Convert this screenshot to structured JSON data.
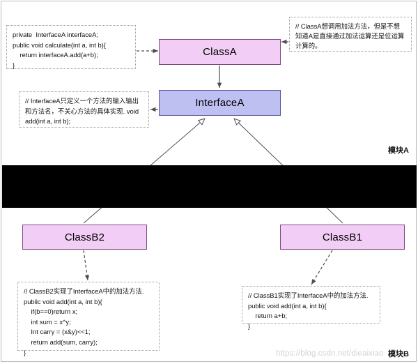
{
  "diagram": {
    "title": "UML interface dependency diagram",
    "modules": {
      "a_label": "模块A",
      "b_label": "模块B"
    },
    "nodes": {
      "classA": "ClassA",
      "interfaceA": "InterfaceA",
      "classB1": "ClassB1",
      "classB2": "ClassB2"
    },
    "notes": {
      "classA_code": "private  InterfaceA interfaceA;\npublic void calculate(int a, int b){\n    return interfaceA.add(a+b);\n}",
      "classA_comment": "// ClassA想调用加法方法，但是不想知道A是直接通过加法运算还是位运算计算的。",
      "interfaceA_comment": "// InterfaceA只定义一个方法的输入输出和方法名，不关心方法的具体实现.\nvoid add(int a, int b);",
      "classB2_code": "// ClassB2实现了InterfaceA中的加法方法.\npublic void add(int a, int b){\n    if(b==0)return x;\n    int sum = x^y;\n    Int carry = (x&y)<<1;\n    return add(sum, carry);\n}",
      "classB1_code": "// ClassB1实现了InterfaceA中的加法方法.\npublic void add(int a, int b){\n    return a+b;\n}"
    },
    "watermark": "https://blog.csdn.net/dieaixiao",
    "colors": {
      "class_fill": "#f2cdf5",
      "class_border": "#7b4a80",
      "interface_fill": "#bfc0f2",
      "interface_border": "#555599",
      "band": "#000000",
      "note_border": "#9a9a9a",
      "watermark": "#d3d3d3"
    }
  }
}
